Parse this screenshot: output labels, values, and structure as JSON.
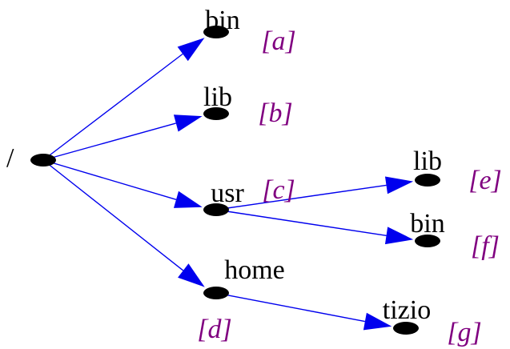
{
  "colors": {
    "edge": "#0000ee",
    "arrowhead": "#0000ee",
    "node": "#000000",
    "label": "#000000",
    "tag": "#800080"
  },
  "nodes": [
    {
      "id": "root",
      "label": "/",
      "tag": ""
    },
    {
      "id": "bin",
      "label": "bin",
      "tag": "[a]"
    },
    {
      "id": "lib",
      "label": "lib",
      "tag": "[b]"
    },
    {
      "id": "usr",
      "label": "usr",
      "tag": "[c]"
    },
    {
      "id": "home",
      "label": "home",
      "tag": "[d]"
    },
    {
      "id": "ulib",
      "label": "lib",
      "tag": "[e]"
    },
    {
      "id": "ubin",
      "label": "bin",
      "tag": "[f]"
    },
    {
      "id": "tizio",
      "label": "tizio",
      "tag": "[g]"
    }
  ],
  "edges": [
    {
      "from": "root",
      "to": "bin"
    },
    {
      "from": "root",
      "to": "lib"
    },
    {
      "from": "root",
      "to": "usr"
    },
    {
      "from": "root",
      "to": "home"
    },
    {
      "from": "usr",
      "to": "ulib"
    },
    {
      "from": "usr",
      "to": "ubin"
    },
    {
      "from": "home",
      "to": "tizio"
    }
  ]
}
